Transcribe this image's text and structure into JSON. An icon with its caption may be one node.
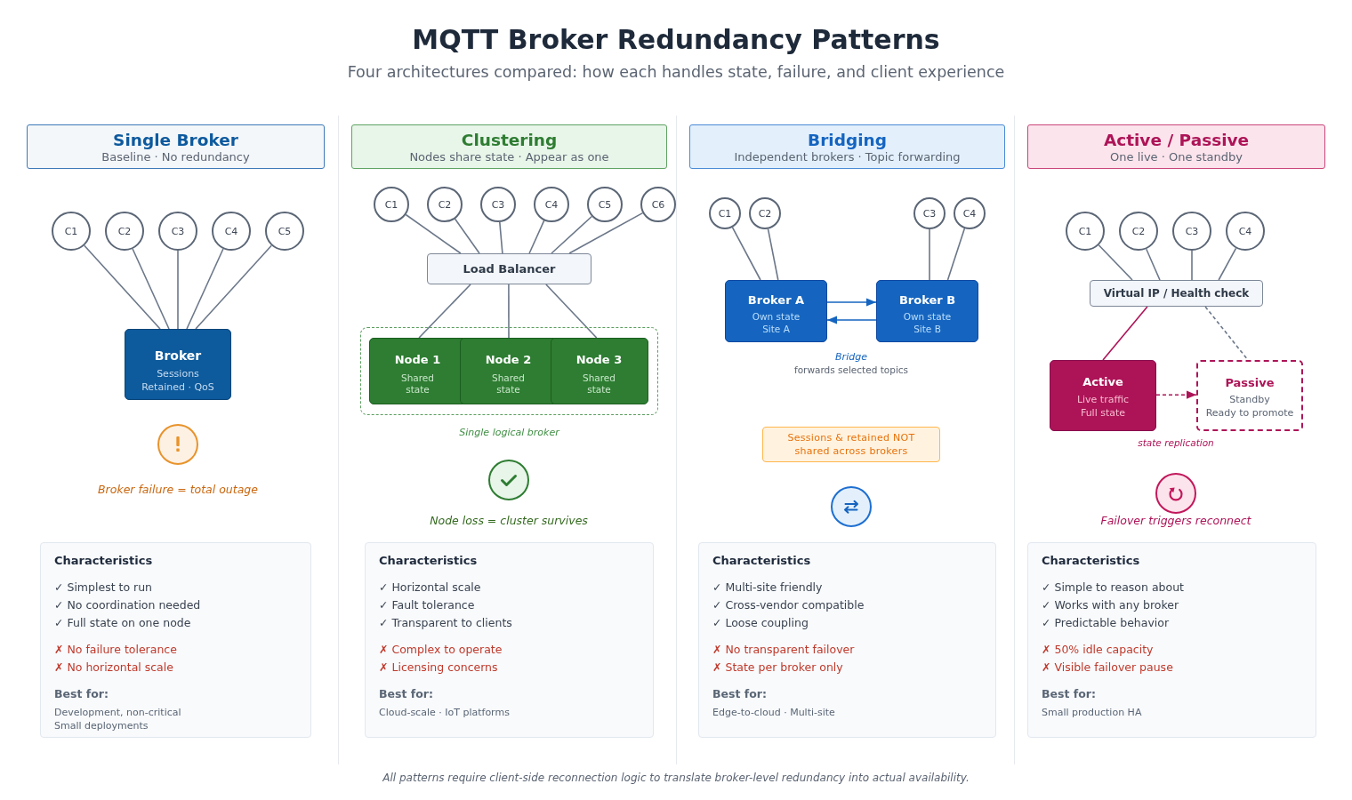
{
  "diagram": {
    "title": "MQTT Broker Redundancy Patterns",
    "caption": "All patterns require client-side reconnection logic to translate broker-level redundancy into actual availability.",
    "nodes": [
      {
        "text": [
          "Single Broker",
          "Baseline · No redundancy"
        ]
      },
      {
        "text": [
          "C1"
        ]
      },
      {
        "text": [
          "C2"
        ]
      },
      {
        "text": [
          "C3"
        ]
      },
      {
        "text": [
          "C4"
        ]
      },
      {
        "text": [
          "C5"
        ]
      },
      {
        "text": [
          "Broker",
          "Sessions",
          "Retained · QoS"
        ]
      },
      {
        "text": [
          "Clustering",
          "Nodes share state · Appear as one"
        ]
      },
      {
        "text": [
          "C1"
        ]
      },
      {
        "text": [
          "C2"
        ]
      },
      {
        "text": [
          "C3"
        ]
      },
      {
        "text": [
          "C4"
        ]
      },
      {
        "text": [
          "C5"
        ]
      },
      {
        "text": [
          "C6"
        ]
      },
      {
        "text": [
          "Load Balancer"
        ]
      },
      {
        "text": [],
        "shape": "box",
        "beside": [
          "Single logical broker"
        ]
      },
      {
        "text": [
          "Node 1",
          "Shared state"
        ],
        "in": 15
      },
      {
        "text": [
          "Node 2",
          "Shared state"
        ],
        "in": 15
      },
      {
        "text": [
          "Node 3",
          "Shared state"
        ],
        "in": 15
      },
      {
        "text": [
          "Bridging",
          "Independent brokers · Topic forwarding"
        ]
      },
      {
        "text": [
          "C1"
        ]
      },
      {
        "text": [
          "C2"
        ]
      },
      {
        "text": [
          "C3"
        ]
      },
      {
        "text": [
          "C4"
        ]
      },
      {
        "text": [
          "Broker A",
          "Own state",
          "Site A"
        ]
      },
      {
        "text": [
          "Broker B",
          "Own state",
          "Site B"
        ]
      },
      {
        "text": [
          "Sessions & retained NOT shared across brokers"
        ]
      },
      {
        "text": [
          "Active / Passive",
          "One live · One standby"
        ]
      },
      {
        "text": [
          "C1"
        ]
      },
      {
        "text": [
          "C2"
        ]
      },
      {
        "text": [
          "C3"
        ]
      },
      {
        "text": [
          "C4"
        ]
      },
      {
        "text": [
          "Virtual IP / Health check"
        ]
      },
      {
        "text": [
          "Active",
          "Live traffic",
          "Full state"
        ]
      },
      {
        "text": [
          "Passive",
          "Standby",
          "Ready to promote"
        ]
      },
      {
        "text": [
          "Characteristics",
          "✓ Simplest to run",
          "✓ No coordination needed",
          "✓ Full state on one node",
          "✗ No failure tolerance",
          "✗ No horizontal scale",
          "Best for:",
          "Development, non-critical",
          "Small deployments"
        ]
      },
      {
        "text": [
          "Characteristics",
          "✓ Horizontal scale",
          "✓ Fault tolerance",
          "✓ Transparent to clients",
          "✗ Complex to operate",
          "✗ Licensing concerns",
          "Best for:",
          "Cloud-scale · IoT platforms"
        ]
      },
      {
        "text": [
          "Characteristics",
          "✓ Multi-site friendly",
          "✓ Cross-vendor compatible",
          "✓ Loose coupling",
          "✗ No transparent failover",
          "✗ State per broker only",
          "Best for:",
          "Edge-to-cloud · Multi-site"
        ]
      },
      {
        "text": [
          "Characteristics",
          "✓ Simple to reason about",
          "✓ Works with any broker",
          "✓ Predictable behavior",
          "✗ 50% idle capacity",
          "✗ Visible failover pause",
          "Best for:",
          "Small production HA"
        ]
      }
    ],
    "edges": [
      {
        "from": 1,
        "to": 6,
        "arrow": "none"
      },
      {
        "from": 2,
        "to": 6,
        "arrow": "none"
      },
      {
        "from": 3,
        "to": 6,
        "arrow": "none"
      },
      {
        "from": 4,
        "to": 6,
        "arrow": "none"
      },
      {
        "from": 5,
        "to": 6,
        "arrow": "none"
      },
      {
        "from": 8,
        "to": 14,
        "arrow": "none"
      },
      {
        "from": 9,
        "to": 14,
        "arrow": "none"
      },
      {
        "from": 10,
        "to": 14,
        "arrow": "none"
      },
      {
        "from": 11,
        "to": 14,
        "arrow": "none"
      },
      {
        "from": 12,
        "to": 14,
        "arrow": "none"
      },
      {
        "from": 13,
        "to": 14,
        "arrow": "none"
      },
      {
        "from": 14,
        "to": 16,
        "arrow": "none"
      },
      {
        "from": 14,
        "to": 17,
        "arrow": "none"
      },
      {
        "from": 14,
        "to": 18,
        "arrow": "none"
      },
      {
        "from": 20,
        "to": 24,
        "arrow": "none"
      },
      {
        "from": 21,
        "to": 24,
        "arrow": "none"
      },
      {
        "from": 22,
        "to": 25,
        "arrow": "none"
      },
      {
        "from": 23,
        "to": 25,
        "arrow": "none"
      },
      {
        "from": 24,
        "to": 25,
        "arrow": "to",
        "color": "#1565c0"
      },
      {
        "from": 25,
        "to": 24,
        "arrow": "to",
        "color": "#1565c0"
      },
      {
        "from": 28,
        "to": 32,
        "arrow": "none"
      },
      {
        "from": 29,
        "to": 32,
        "arrow": "none"
      },
      {
        "from": 30,
        "to": 32,
        "arrow": "none"
      },
      {
        "from": 31,
        "to": 32,
        "arrow": "none"
      },
      {
        "from": 32,
        "to": 33,
        "arrow": "none",
        "color": "#ad1457"
      },
      {
        "from": 32,
        "to": 34,
        "arrow": "none",
        "style": "dashed"
      },
      {
        "from": 33,
        "to": 34,
        "arrow": "to",
        "style": "dashed",
        "color": "#ad1457"
      }
    ],
    "labels": [
      "Four architectures compared: how each handles state, failure, and client experience",
      "Broker failure = total outage",
      "Bridge",
      "forwards selected topics",
      "state replication",
      "Node loss = cluster survives",
      "Failover triggers reconnect"
    ]
  }
}
